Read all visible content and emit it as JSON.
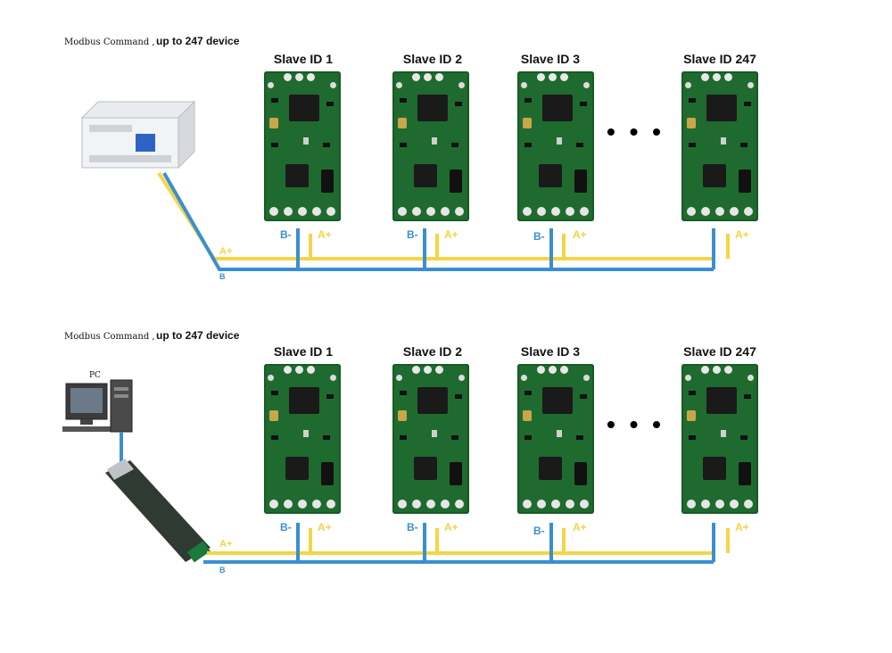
{
  "top_panel": {
    "command_text": "Modbus Command ,",
    "command_bold": "up to 247 device",
    "slaves": [
      {
        "label": "Slave ID 1"
      },
      {
        "label": "Slave ID 2"
      },
      {
        "label": "Slave ID 3"
      },
      {
        "label": "Slave ID 247"
      }
    ],
    "pins": {
      "b": "B-",
      "a": "A+"
    },
    "ellipsis": "• • •",
    "bus_label_a": "A+",
    "bus_label_b": "B"
  },
  "bottom_panel": {
    "command_text": "Modbus Command ,",
    "command_bold": "up to 247 device",
    "pc_label": "PC",
    "slaves": [
      {
        "label": "Slave ID 1"
      },
      {
        "label": "Slave ID 2"
      },
      {
        "label": "Slave ID 3"
      },
      {
        "label": "Slave ID 247"
      }
    ],
    "pins": {
      "b": "B-",
      "a": "A+"
    },
    "ellipsis": "• • •",
    "bus_label_a": "A+",
    "bus_label_b": "B"
  },
  "colors": {
    "wire_a": "#f5d547",
    "wire_b": "#3a8fd0",
    "board": "#1f6b2f"
  }
}
